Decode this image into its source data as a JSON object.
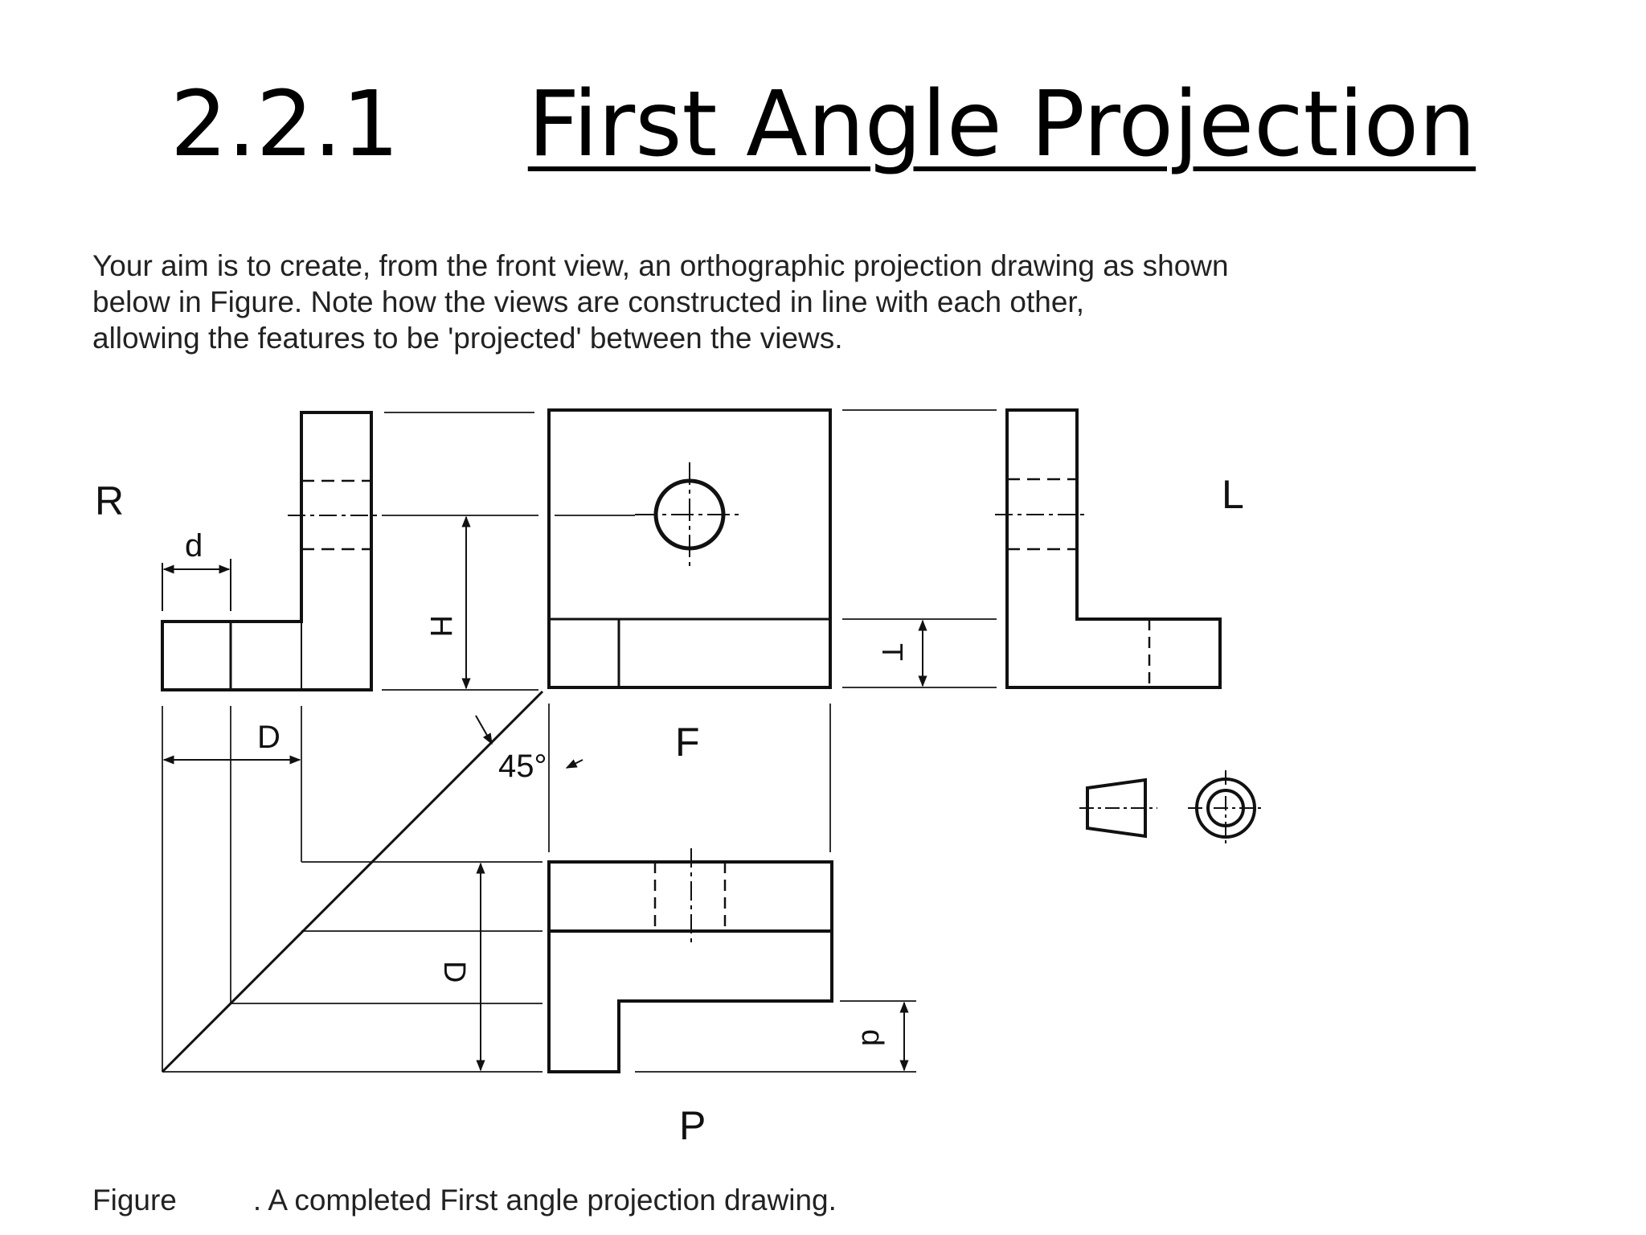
{
  "title": {
    "number": "2.2.1",
    "text": "First Angle Projection"
  },
  "intro": {
    "line1": "Your aim is to create, from the front view, an orthographic projection drawing as shown",
    "line2": "below in Figure. Note how the views are constructed in line with each other,",
    "line3": "allowing the features to be 'projected' between the views."
  },
  "diagram": {
    "view_labels": {
      "right": "R",
      "left": "L",
      "front": "F",
      "plan": "P"
    },
    "dimensions": {
      "d_top": "d",
      "D_horizontal": "D",
      "H": "H",
      "T": "T",
      "D_vertical": "D",
      "d_bottom": "d"
    },
    "angle_label": "45°",
    "symbol_icon": "first-angle-projection-symbol"
  },
  "caption": {
    "prefix": "Figure",
    "text": ". A completed First angle projection drawing."
  }
}
